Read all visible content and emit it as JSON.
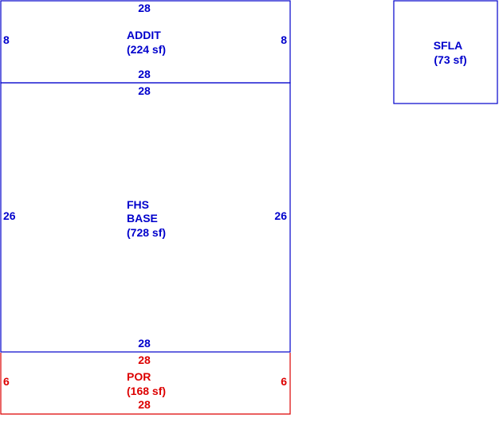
{
  "colors": {
    "main": "#0000cc",
    "porch": "#dd0000",
    "background": "#ffffff"
  },
  "areas": [
    {
      "id": "addit",
      "color": "main",
      "name_lines": [
        "ADDIT"
      ],
      "area": "(224 sf)",
      "dims": {
        "top": "28",
        "bottom": "28",
        "left": "8",
        "right": "8"
      }
    },
    {
      "id": "base",
      "color": "main",
      "name_lines": [
        "FHS",
        "BASE"
      ],
      "area": "(728 sf)",
      "dims": {
        "top": "28",
        "bottom": "28",
        "left": "26",
        "right": "26"
      }
    },
    {
      "id": "por",
      "color": "porch",
      "name_lines": [
        "POR"
      ],
      "area": "(168 sf)",
      "dims": {
        "top": "28",
        "bottom": "28",
        "left": "6",
        "right": "6"
      }
    },
    {
      "id": "sfla",
      "color": "main",
      "name_lines": [
        "SFLA"
      ],
      "area": "(73 sf)",
      "dims": {}
    }
  ]
}
